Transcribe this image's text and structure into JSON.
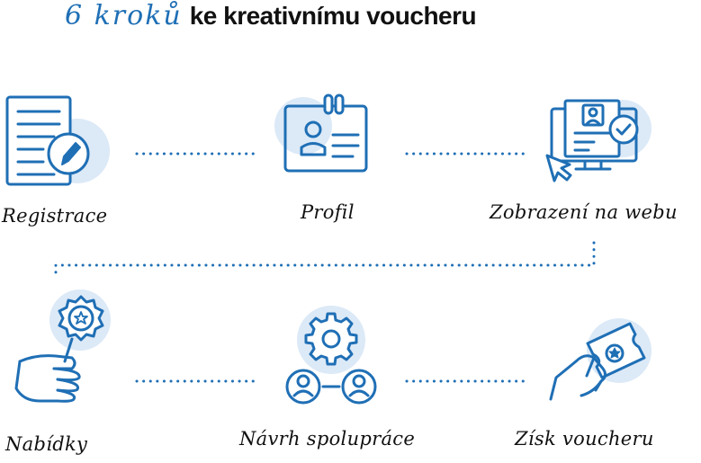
{
  "title": {
    "accent": "6 kroků",
    "rest": "ke kreativnímu voucheru"
  },
  "steps": [
    {
      "label": "Registrace",
      "icon": "document-pencil-icon"
    },
    {
      "label": "Profil",
      "icon": "id-card-icon"
    },
    {
      "label": "Zobrazení na webu",
      "icon": "monitor-profile-check-icon"
    },
    {
      "label": "Nabídky",
      "icon": "hand-award-badge-icon"
    },
    {
      "label": "Návrh spolupráce",
      "icon": "gear-people-icon"
    },
    {
      "label": "Získ voucheru",
      "icon": "hand-ticket-icon"
    }
  ],
  "colors": {
    "primary": "#1f6fb5",
    "circle": "#dce9f7",
    "text": "#111111"
  }
}
